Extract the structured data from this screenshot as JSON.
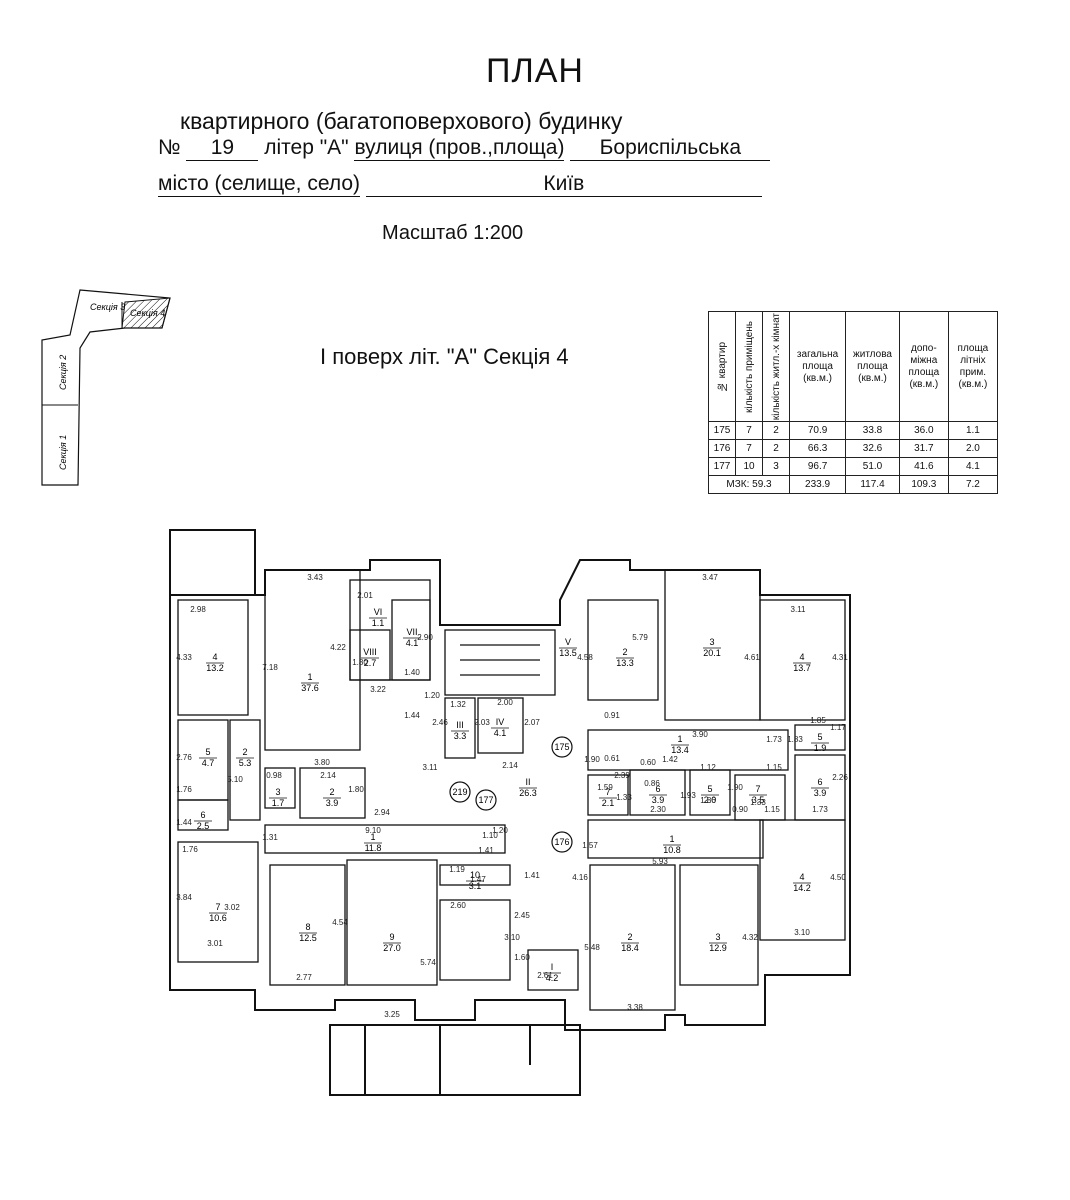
{
  "header": {
    "title": "ПЛАН",
    "subtitle": "квартирного (багатоповерхового) будинку",
    "number_label": "№",
    "number": "19",
    "liter_label": "літер \"А\"",
    "street_label": "вулиця (пров.,площа)",
    "street": "Бориспільська",
    "city_label": "місто (селище, село)",
    "city": "Київ",
    "scale": "Масштаб 1:200"
  },
  "key_plan": {
    "sections": [
      "Секція 1",
      "Секція 2",
      "Секція 3",
      "Секція 4"
    ]
  },
  "floor_title": "І поверх літ. \"А\" Секція 4",
  "table": {
    "headers": [
      "№ квартир",
      "кількість приміщень",
      "кількість житл.-х кімнат",
      "загальна площа (кв.м.)",
      "житлова площа (кв.м.)",
      "допо-міжна площа (кв.м.)",
      "площа літніх прим. (кв.м.)"
    ],
    "rows": [
      [
        "175",
        "7",
        "2",
        "70.9",
        "33.8",
        "36.0",
        "1.1"
      ],
      [
        "176",
        "7",
        "2",
        "66.3",
        "32.6",
        "31.7",
        "2.0"
      ],
      [
        "177",
        "10",
        "3",
        "96.7",
        "51.0",
        "41.6",
        "4.1"
      ]
    ],
    "footer": [
      "МЗК: 59.3",
      "233.9",
      "117.4",
      "109.3",
      "7.2"
    ]
  },
  "plan_labels": {
    "apt_175": "175",
    "apt_176": "176",
    "apt_177": "177",
    "apt_219": "219",
    "rooms": [
      {
        "n": "4",
        "a": "13.2"
      },
      {
        "n": "1",
        "a": "37.6"
      },
      {
        "n": "VI",
        "a": "1.1"
      },
      {
        "n": "VIII",
        "a": "2.7"
      },
      {
        "n": "VII",
        "a": "4.1"
      },
      {
        "n": "V",
        "a": "13.5"
      },
      {
        "n": "2",
        "a": "13.3"
      },
      {
        "n": "3",
        "a": "20.1"
      },
      {
        "n": "4",
        "a": "13.7"
      },
      {
        "n": "5",
        "a": "4.7"
      },
      {
        "n": "2",
        "a": "5.3"
      },
      {
        "n": "3",
        "a": "1.7"
      },
      {
        "n": "2",
        "a": "3.9"
      },
      {
        "n": "III",
        "a": "3.3"
      },
      {
        "n": "IV",
        "a": "4.1"
      },
      {
        "n": "II",
        "a": "26.3"
      },
      {
        "n": "1",
        "a": "13.4"
      },
      {
        "n": "5",
        "a": "1.9"
      },
      {
        "n": "6",
        "a": "3.9"
      },
      {
        "n": "6",
        "a": "2.5"
      },
      {
        "n": "7",
        "a": "2.1"
      },
      {
        "n": "6",
        "a": "3.9"
      },
      {
        "n": "5",
        "a": "2.0"
      },
      {
        "n": "7",
        "a": "3.5"
      },
      {
        "n": "1",
        "a": "11.8"
      },
      {
        "n": "1",
        "a": "10.8"
      },
      {
        "n": "10",
        "a": "3.1"
      },
      {
        "n": "7",
        "a": "10.6"
      },
      {
        "n": "8",
        "a": "12.5"
      },
      {
        "n": "9",
        "a": "27.0"
      },
      {
        "n": "I",
        "a": "4.2"
      },
      {
        "n": "2",
        "a": "18.4"
      },
      {
        "n": "3",
        "a": "12.9"
      },
      {
        "n": "4",
        "a": "14.2"
      }
    ],
    "dims": [
      "2.98",
      "3.43",
      "2.01",
      "4.33",
      "7.18",
      "4.22",
      "2.90",
      "1.80",
      "3.22",
      "1.40",
      "3.47",
      "4.58",
      "5.79",
      "4.61",
      "4.31",
      "3.11",
      "1.32",
      "2.00",
      "2.46",
      "2.03",
      "2.07",
      "1.20",
      "1.44",
      "3.80",
      "2.76",
      "1.76",
      "0.98",
      "2.14",
      "5.10",
      "1.80",
      "3.11",
      "2.14",
      "0.91",
      "1.90",
      "3.90",
      "1.85",
      "1.17",
      "1.73",
      "1.83",
      "2.39",
      "0.60",
      "1.42",
      "1.12",
      "1.15",
      "2.26",
      "1.59",
      "1.33",
      "0.86",
      "1.93",
      "1.86",
      "1.90",
      "1.33",
      "2.30",
      "0.90",
      "1.15",
      "1.73",
      "1.44",
      "2.94",
      "9.10",
      "1.31",
      "1.10",
      "1.41",
      "1.20",
      "1.57",
      "5.93",
      "1.76",
      "1.19",
      "1.47",
      "1.41",
      "4.16",
      "3.84",
      "3.02",
      "4.54",
      "2.60",
      "2.45",
      "3.10",
      "5.74",
      "5.48",
      "4.32",
      "4.50",
      "1.60",
      "3.01",
      "2.77",
      "3.25",
      "2.61",
      "3.38",
      "3.10",
      "0.61"
    ]
  }
}
